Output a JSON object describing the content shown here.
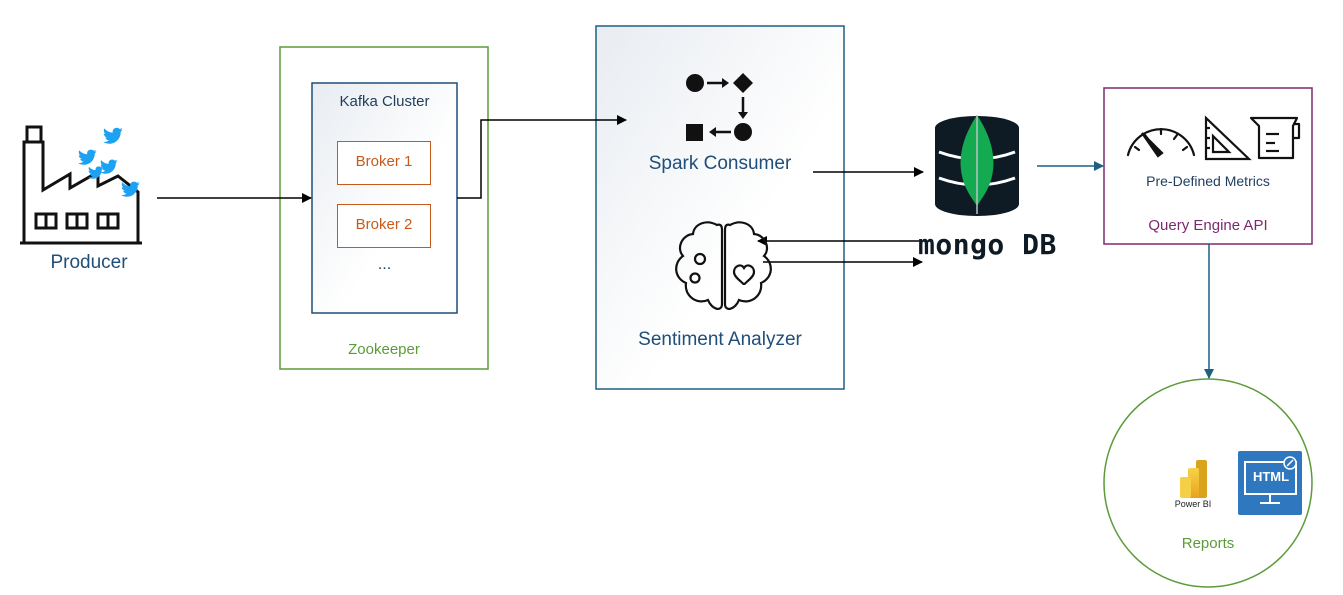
{
  "producer": {
    "label": "Producer"
  },
  "zookeeper": {
    "label": "Zookeeper"
  },
  "kafka": {
    "title": "Kafka Cluster",
    "brokers": [
      "Broker 1",
      "Broker 2"
    ],
    "more": "..."
  },
  "spark": {
    "label": "Spark Consumer"
  },
  "sentiment": {
    "label": "Sentiment Analyzer"
  },
  "mongodb": {
    "logo_text": "mongo DB"
  },
  "query_engine": {
    "metrics_label": "Pre-Defined Metrics",
    "label": "Query Engine API"
  },
  "reports": {
    "label": "Reports",
    "powerbi_label": "Power BI",
    "html_label": "HTML"
  },
  "colors": {
    "teal": "#1f4e79",
    "green": "#5b9b3a",
    "orange": "#c55a1a",
    "purple": "#7b2a6e",
    "twitter": "#1da1f2",
    "mongo_green": "#13aa52",
    "dark": "#1a1a1a"
  }
}
